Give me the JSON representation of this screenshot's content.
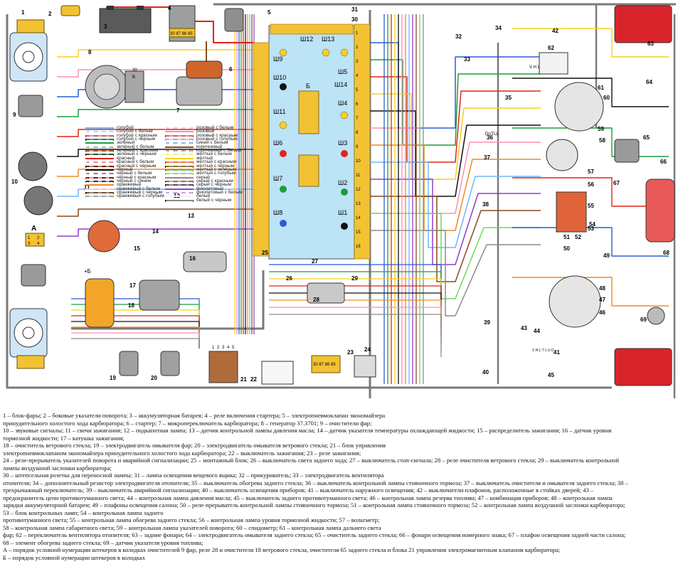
{
  "diagram": {
    "component_numbers": [
      "1",
      "2",
      "3",
      "4",
      "5",
      "6",
      "7",
      "8",
      "9",
      "10",
      "11",
      "12",
      "13",
      "14",
      "15",
      "16",
      "17",
      "18",
      "19",
      "20",
      "21",
      "22",
      "23",
      "24",
      "25",
      "26",
      "27",
      "28",
      "29",
      "30",
      "31",
      "32",
      "33",
      "34",
      "35",
      "36",
      "37",
      "38",
      "39",
      "40",
      "41",
      "42",
      "43",
      "44",
      "45",
      "46",
      "47",
      "48",
      "49",
      "50",
      "51",
      "52",
      "53",
      "54",
      "55",
      "56",
      "57",
      "58",
      "59",
      "60",
      "61",
      "62",
      "63",
      "64",
      "65",
      "66",
      "67",
      "68",
      "69"
    ],
    "block_labels": {
      "sh12": "Ш12",
      "sh13": "Ш13",
      "sh9": "Ш9",
      "sh10": "Ш10",
      "sh11": "Ш11",
      "sh6": "Ш6",
      "sh7": "Ш7",
      "sh8": "Ш8",
      "sh5": "Ш5",
      "sh14": "Ш14",
      "sh4": "Ш4",
      "sh3": "Ш3",
      "sh2": "Ш2",
      "sh1": "Ш1",
      "b": "Б"
    },
    "relay_pins": "30 87 86 85",
    "relay_pins_bottom": "30 87 86 85",
    "plus_b": "+Б",
    "marker_a": "А",
    "connector_a_pins": [
      "1",
      "2",
      "3",
      "4"
    ],
    "gen_terms": [
      "30",
      "B"
    ],
    "relay_letters": "V H L",
    "switch_letters": "DUTLL",
    "relay41_letters": "V H L T L U D",
    "fuse_rows": [
      "1",
      "2",
      "3",
      "4",
      "5",
      "6",
      "7",
      "8",
      "9",
      "10",
      "11",
      "12",
      "13",
      "14",
      "15",
      "16"
    ],
    "pin_labels": [
      "1",
      "2",
      "3",
      "4",
      "5"
    ]
  },
  "colors": {
    "blue": "#2a5bd7",
    "lightblue": "#6fb7ff",
    "green": "#1a9e3a",
    "lightgreen": "#6cdc5a",
    "black": "#111111",
    "red": "#e0231c",
    "pink": "#ff8fb5",
    "orange": "#f08a24",
    "yellow": "#f6d21e",
    "brown": "#8a4a1e",
    "violet": "#8f3fcf",
    "gray": "#8c8c8c",
    "white": "#f4f4f4",
    "block": "#bde3f7",
    "connector": "#f3c233"
  },
  "color_legend": {
    "left": [
      {
        "label": "голубой",
        "color": "#6fb7ff",
        "stripe": null
      },
      {
        "label": "голубой с белым",
        "color": "#6fb7ff",
        "stripe": "#ffffff"
      },
      {
        "label": "голубой с красным",
        "color": "#6fb7ff",
        "stripe": "#e0231c"
      },
      {
        "label": "голубой с чёрным",
        "color": "#6fb7ff",
        "stripe": "#111111"
      },
      {
        "label": "зелёный",
        "color": "#1a9e3a",
        "stripe": null
      },
      {
        "label": "зелёный с белым",
        "color": "#1a9e3a",
        "stripe": "#ffffff"
      },
      {
        "label": "зелёный с красным",
        "color": "#1a9e3a",
        "stripe": "#e0231c"
      },
      {
        "label": "зелёный с чёрным",
        "color": "#1a9e3a",
        "stripe": "#111111"
      },
      {
        "label": "красный",
        "color": "#e0231c",
        "stripe": null
      },
      {
        "label": "красный с белым",
        "color": "#e0231c",
        "stripe": "#ffffff"
      },
      {
        "label": "красный с чёрным",
        "color": "#e0231c",
        "stripe": "#111111"
      },
      {
        "label": "чёрный",
        "color": "#111111",
        "stripe": null
      },
      {
        "label": "чёрный с белым",
        "color": "#111111",
        "stripe": "#ffffff"
      },
      {
        "label": "чёрный с красным",
        "color": "#111111",
        "stripe": "#e0231c"
      },
      {
        "label": "чёрный с синим",
        "color": "#111111",
        "stripe": "#2a5bd7"
      },
      {
        "label": "оранжевый",
        "color": "#f08a24",
        "stripe": null
      },
      {
        "label": "оранжевый с белым",
        "color": "#f08a24",
        "stripe": "#ffffff"
      },
      {
        "label": "оранжевый с чёрным",
        "color": "#f08a24",
        "stripe": "#111111"
      },
      {
        "label": "оранжевый с голубым",
        "color": "#f08a24",
        "stripe": "#6fb7ff"
      }
    ],
    "right": [
      {
        "label": "розовый с белым",
        "color": "#ff8fb5",
        "stripe": "#ffffff"
      },
      {
        "label": "розовый",
        "color": "#ff8fb5",
        "stripe": null
      },
      {
        "label": "розовый с красным",
        "color": "#ff8fb5",
        "stripe": "#e0231c"
      },
      {
        "label": "розовый с голубым",
        "color": "#ff8fb5",
        "stripe": "#6fb7ff"
      },
      {
        "label": "синий с белым",
        "color": "#2a5bd7",
        "stripe": "#ffffff"
      },
      {
        "label": "коричневый",
        "color": "#8a4a1e",
        "stripe": null
      },
      {
        "label": "коричневый с белым",
        "color": "#8a4a1e",
        "stripe": "#ffffff"
      },
      {
        "label": "жёлтый с белым",
        "color": "#f6d21e",
        "stripe": "#ffffff"
      },
      {
        "label": "жёлтый",
        "color": "#f6d21e",
        "stripe": null
      },
      {
        "label": "жёлтый с красным",
        "color": "#f6d21e",
        "stripe": "#e0231c"
      },
      {
        "label": "жёлтый с чёрным",
        "color": "#f6d21e",
        "stripe": "#111111"
      },
      {
        "label": "жёлтый с зелёным",
        "color": "#f6d21e",
        "stripe": "#1a9e3a"
      },
      {
        "label": "жёлтый с голубым",
        "color": "#f6d21e",
        "stripe": "#6fb7ff"
      },
      {
        "label": "серый",
        "color": "#8c8c8c",
        "stripe": null
      },
      {
        "label": "серый с красным",
        "color": "#8c8c8c",
        "stripe": "#e0231c"
      },
      {
        "label": "серый с чёрным",
        "color": "#8c8c8c",
        "stripe": "#111111"
      },
      {
        "label": "фиолетовый",
        "color": "#8f3fcf",
        "stripe": null
      },
      {
        "label": "фиолетовый с белым",
        "color": "#8f3fcf",
        "stripe": "#ffffff"
      },
      {
        "label": "белый",
        "color": "#f4f4f4",
        "stripe": null
      },
      {
        "label": "белый с чёрным",
        "color": "#f4f4f4",
        "stripe": "#111111"
      }
    ]
  },
  "legend_lines": [
    "1 – блок-фары;  2 – боковые указатели поворота;  3 – аккумуляторная батарея;  4 – реле включения стартера;  5 – электропневмоклапан экономайзера",
    "принудительного холостого хода карбюратора;  6 – стартер;  7 – микропереключатель карбюратора;  8 – генератор 37.3701;  9 – очистители фар;",
    "10 – звуковые сигналы;  11 – свечи зажигания;  12 – подкапотная лампа;  13 – датчик контрольной лампы давления масла;  14 – датчик указателя температуры охлаждающей жидкости;  15 – распределитель зажигания;  16 – датчик уровня",
    "тормозной  жидкости;  17 – катушка зажигания;",
    "18 – очиститель ветрового стекла;  19 – электродвигатель омывателя фар;  20 – электродвигатель омывателя ветрового стекла;  21 – блок управления",
    "электропневмоклапаном экономайзера принудительного холостого хода  карбюратора;  22 – выключатель зажигания;  23 – реле зажигания;",
    "24 – реле-прерыватель указателей поворота и аварийной сигнализации;  25 – монтажный блок;  26 – выключатель света заднего хода;  27 – выключатель стоп-сигнала;  28 – реле очистителя ветрового стекла;  29 – выключатель контрольной",
    "лампы воздушной заслонки карбюратора;",
    "30 – штепсельная розетка для переносной лампы;  31 – лампа освещения вещевого ящика;  32 – прикуриватель;  33 – электродвигатель вентилятора",
    "отопителя;  34 – дополнительный резистор электродвигателя отопителя;  35 – выключатель обогрева заднего стекла;  36 – выключатель контрольной лампы стояночного тормоза;  37 – выключатель очистителя и омывателя заднего стекла;  38 –",
    "трехрычажный переключатель;  39 – выключатель аварийной  сигнализации;  40 – выключатель освещения приборов;  41 – выключатель наружного освещения;  42 – выключатели плафонов, расположенные в стойках дверей;  43 –",
    "предохранитель цепи противотуманного света;  44 – контрольная лампа давления масла;  45 – выключатель заднего противотуманного света;  46 – контрольная лампа резерва топлива;  47 – комбинация приборов;  48 – контрольная лампа",
    "зарядки аккумуляторной батареи;  49 – плафоны освещения салона;  50 – реле-прерыватель контрольной лампы стояночного тормоза;  51 – контрольная лампа стояночного тормоза;  52 – контрольная лампа воздушной заслонки карбюратора;",
    "53 – блок контрольных ламп;  54 – контрольная лампа заднего",
    "противотуманного света;  55 – контрольная лампа обогрева заднего стекла;  56 – контрольная лампа уровня тормозной жидкости;  57 – вольтметр;",
    "58 – контрольная лампа габаритного света;  59 – контрольная лампа указателей поворота;  60 – спидометр;  61 – контрольная лампа дальнего света",
    "фар;  62 – переключатель вентилятора отопителя;  63 – задние фонари;  64 – электродвигатель омывателя заднего стекла;  65 – очиститель заднего стекла;  66 – фонари освещения номерного знака;  67 – плафон освещения задней части салона;",
    "68 – элемент обогрева заднего стекла;  69 – датчик указателя уровня топлива;",
    "А – порядок условной нумерации штекеров в колодках очистителей 9 фар, реле 28 и очистителя 18 ветрового стекла, очистителя 65 заднего стекла и блока 21 управления электромагнитным клапаном карбюратора;",
    "Б – порядок условной нумерации штекеров в колодках"
  ]
}
